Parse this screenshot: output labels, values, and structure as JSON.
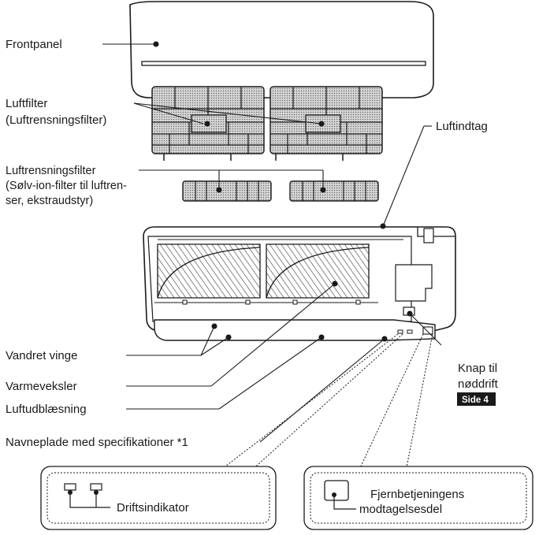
{
  "labels": {
    "frontpanel": "Frontpanel",
    "luftfilter_1": "Luftfilter",
    "luftfilter_2": "(Luftrensningsfilter)",
    "luftindtag": "Luftindtag",
    "luftrens_1": "Luftrensningsfilter",
    "luftrens_2": "(Sølv-ion-filter til luftren-",
    "luftrens_3": "ser, ekstraudstyr)",
    "vandret_vinge": "Vandret vinge",
    "varmeveksler": "Varmeveksler",
    "luftudblaesning": "Luftudblæsning",
    "navneplade": "Navneplade med specifikationer *1",
    "knap_1": "Knap til",
    "knap_2": "nøddrift",
    "side_badge": "Side 4",
    "driftsindikator": "Driftsindikator",
    "fjern_1": "Fjernbetjeningens",
    "fjern_2": "modtagelsesdel"
  },
  "colors": {
    "line": "#1a1a1a",
    "badge_bg": "#1a1a1a",
    "filter_fill": "#bdbdbd"
  }
}
